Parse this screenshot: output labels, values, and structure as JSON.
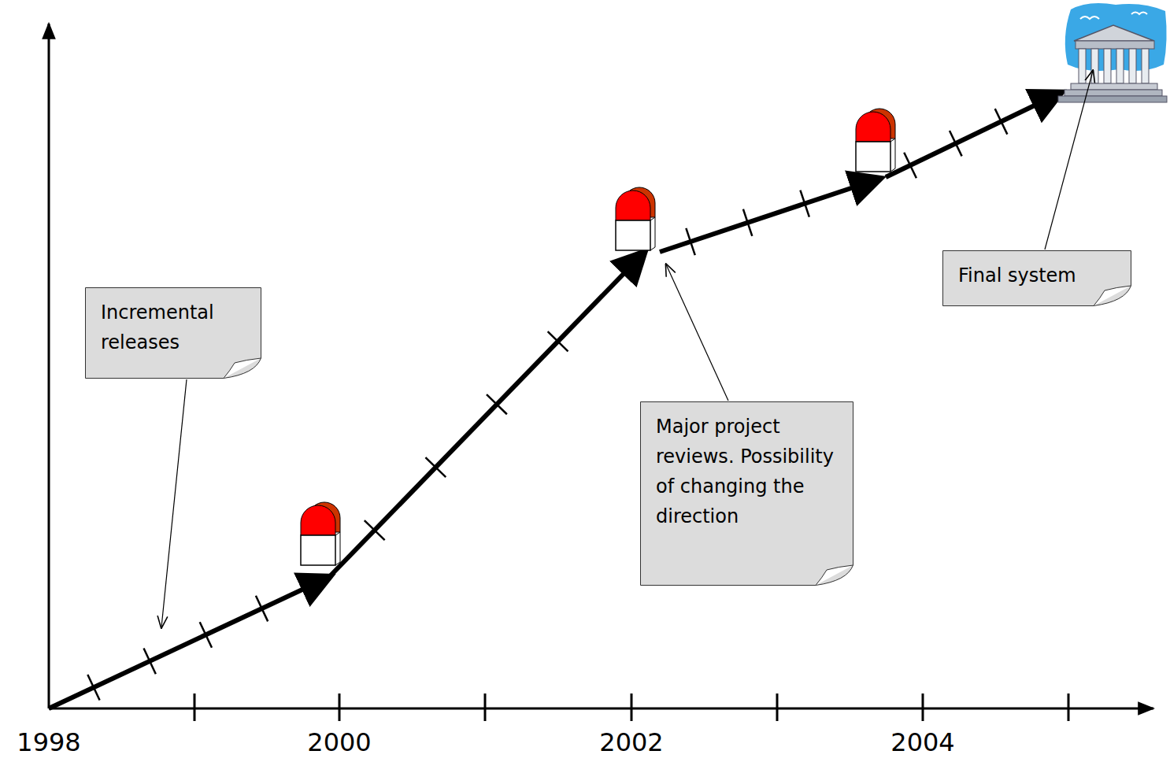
{
  "diagram": {
    "nodes": [
      {
        "text": [
          "Incremental releases"
        ]
      },
      {
        "text": [
          "Major project reviews. Possibility of changing the direction"
        ]
      },
      {
        "text": [
          "Final system"
        ]
      }
    ],
    "labels": [
      "1998",
      "2000",
      "2002",
      "2004"
    ]
  }
}
